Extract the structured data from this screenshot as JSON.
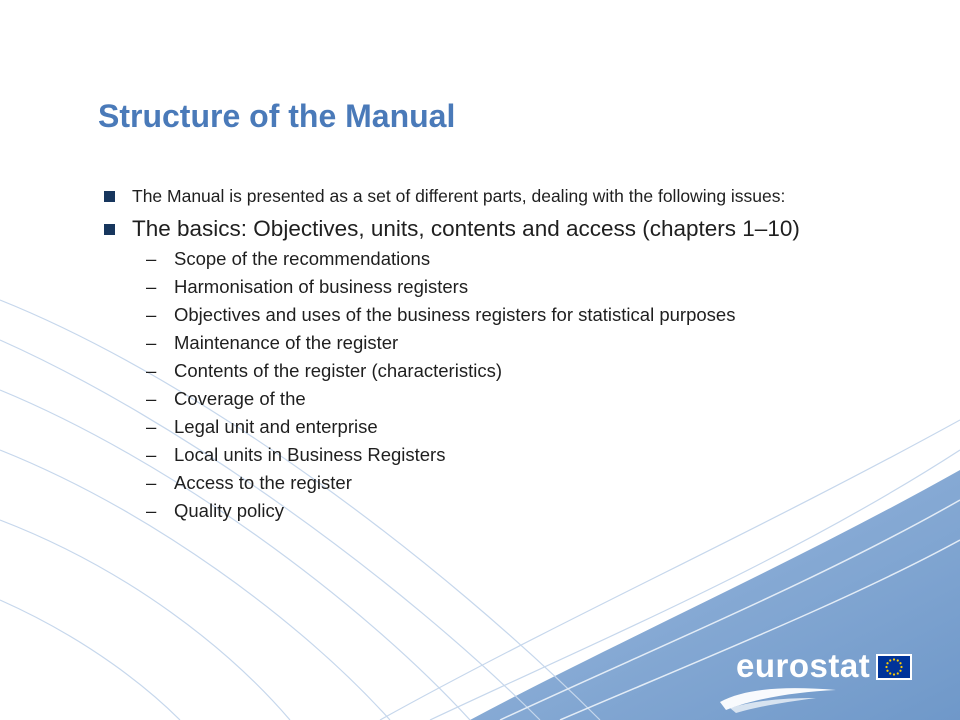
{
  "slide": {
    "title": "Structure of the Manual",
    "intro": "The Manual is presented as a set of different parts, dealing with the following issues:",
    "heading": "The basics: Objectives, units, contents and access (chapters 1–10)",
    "items": [
      "Scope of the recommendations",
      "Harmonisation of business registers",
      "Objectives and uses of the business registers for statistical purposes",
      "Maintenance of the register",
      "Contents of the register (characteristics)",
      "Coverage of the",
      "Legal unit and enterprise",
      "Local units in Business Registers",
      "Access to the register",
      "Quality policy"
    ],
    "dash": "–"
  },
  "logo": {
    "text": "eurostat"
  },
  "colors": {
    "title": "#4a7ab9",
    "bullet": "#17365d",
    "text": "#1f1f1f",
    "wave": "#7aa1cf",
    "flag": "#003399",
    "star": "#ffcc00"
  }
}
